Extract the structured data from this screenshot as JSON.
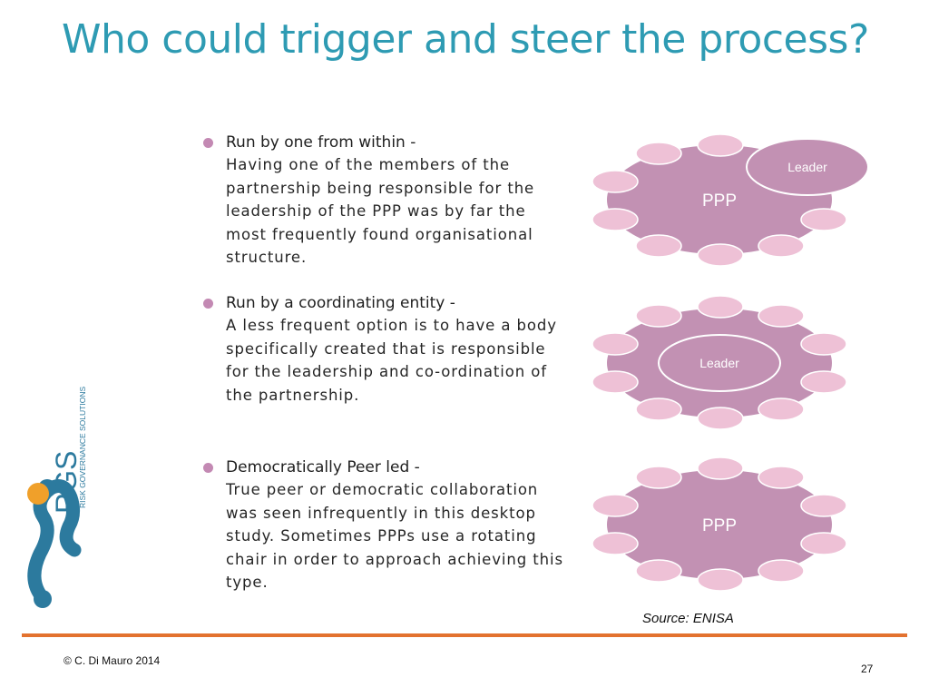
{
  "slide": {
    "title": "Who could trigger and steer the process?",
    "source": "Source: ENISA",
    "copyright": "© C. Di Mauro 2014",
    "page_number": "27"
  },
  "logo": {
    "letters": "RGS",
    "tagline": "RISK GOVERNANCE SOLUTIONS",
    "colors": {
      "teal": "#2c7a9e",
      "orange": "#f0a02a"
    }
  },
  "bullets": [
    {
      "heading": "Run by one from within -",
      "text": "Having one of the members of the partnership being responsible for the leadership of the PPP was by far the most frequently found organisational structure."
    },
    {
      "heading": "Run by a coordinating entity -",
      "text": "A less frequent option is to have a body specifically created that is responsible for the leadership and co-ordination of the partnership."
    },
    {
      "heading": "Democratically Peer led -",
      "text": "True peer or democratic collaboration was seen infrequently in this desktop study. Sometimes PPPs use a rotating chair in order to approach achieving this type."
    }
  ],
  "diagrams": [
    {
      "center_label": "PPP",
      "leader_label": "Leader",
      "leader_position": "top-right"
    },
    {
      "center_label": "",
      "leader_label": "Leader",
      "leader_position": "center"
    },
    {
      "center_label": "PPP",
      "leader_label": "",
      "leader_position": "none"
    }
  ],
  "colors": {
    "title": "#2e9bb3",
    "bullet_dot": "#c389b3",
    "table": "#c291b3",
    "seat": "#eec1d6",
    "rule": "#e3722f"
  }
}
